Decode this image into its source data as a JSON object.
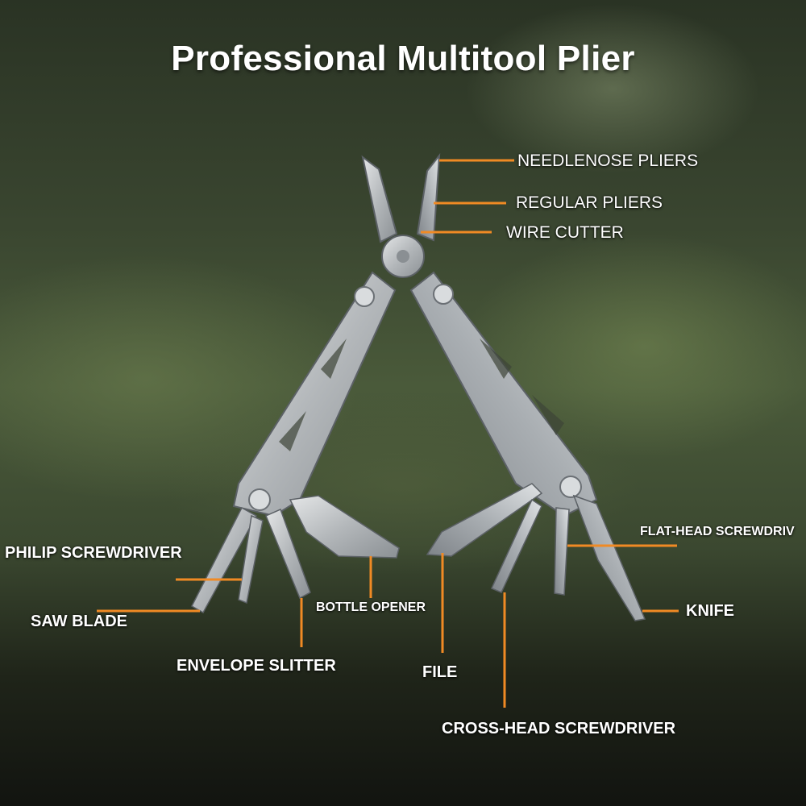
{
  "title": "Professional Multitool Plier",
  "accent_color": "#f08a24",
  "labels": {
    "needlenose": "NEEDLENOSE PLIERS",
    "regular": "REGULAR PLIERS",
    "wire_cutter": "WIRE CUTTER",
    "philip": "PHILIP SCREWDRIVER",
    "saw": "SAW BLADE",
    "envelope": "ENVELOPE SLITTER",
    "bottle": "BOTTLE OPENER",
    "file": "FILE",
    "cross_head": "CROSS-HEAD SCREWDRIVER",
    "flat_head": "FLAT-HEAD SCREWDRIV",
    "knife": "KNIFE"
  }
}
